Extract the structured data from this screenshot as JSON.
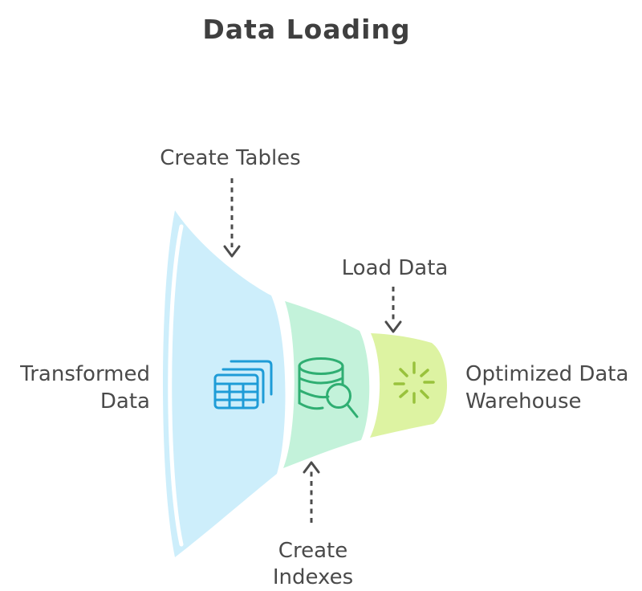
{
  "title": "Data Loading",
  "funnel": {
    "stage_labels": {
      "create_tables": "Create Tables",
      "load_data": "Load Data",
      "create_indexes_line1": "Create",
      "create_indexes_line2": "Indexes"
    },
    "input": {
      "line1": "Transformed",
      "line2": "Data"
    },
    "output": {
      "line1": "Optimized Data",
      "line2": "Warehouse"
    },
    "stages": [
      {
        "name": "create-tables",
        "color": "#CDEEFB",
        "icon": "tables-icon"
      },
      {
        "name": "create-indexes",
        "color": "#C3F2DA",
        "icon": "database-search-icon"
      },
      {
        "name": "load-data",
        "color": "#DDF3A2",
        "icon": "sparkle-spinner-icon"
      }
    ]
  },
  "colors": {
    "background": "#FFFFFF",
    "title_text": "#3F3F3F",
    "label_text": "#4A4A4A",
    "arrow": "#4C4C4C",
    "stage_blue": "#CDEEFB",
    "stage_green": "#C3F2DA",
    "stage_yellow": "#DDF3A2",
    "icon_blue": "#1E9CD7",
    "icon_green": "#2FAE72",
    "icon_olive": "#99C23C",
    "funnel_highlight": "#FFFFFF"
  }
}
